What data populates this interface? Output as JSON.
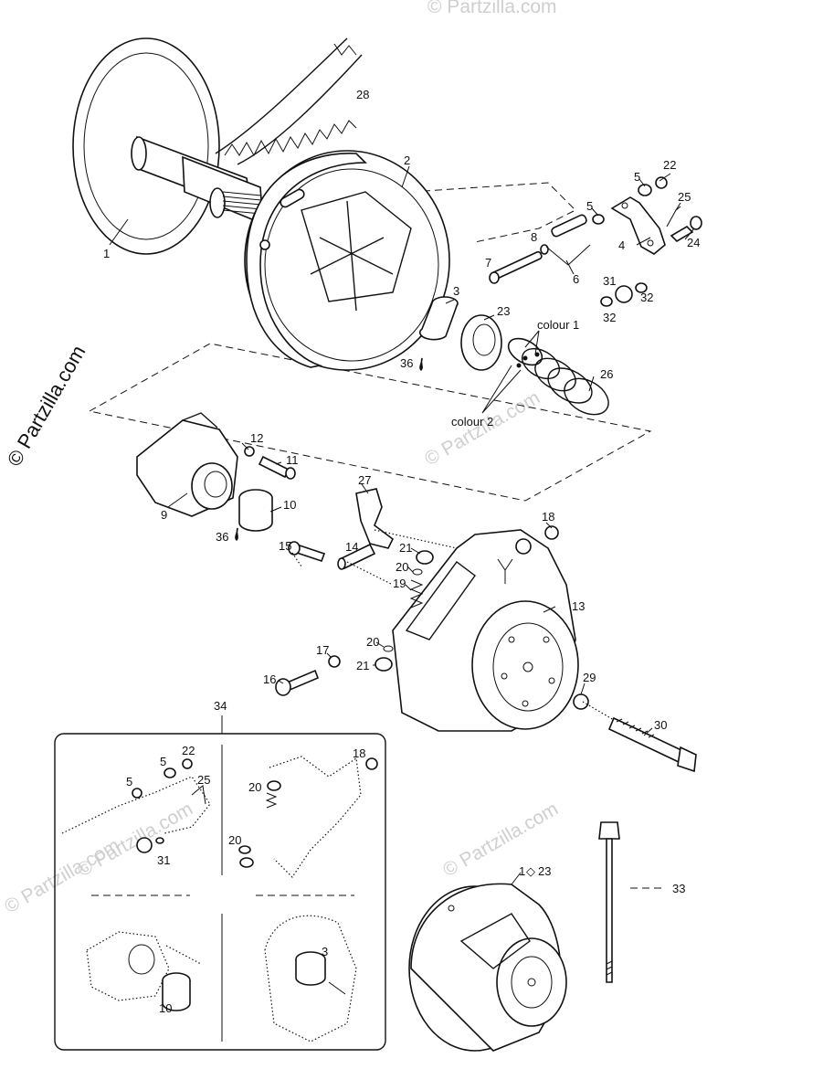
{
  "watermark": {
    "copyright": "© Partzilla.com",
    "faint": "© Partzilla.com"
  },
  "callouts": {
    "c1": "1",
    "c2": "2",
    "c3": "3",
    "c4": "4",
    "c5a": "5",
    "c5b": "5",
    "c6": "6",
    "c7": "7",
    "c8": "8",
    "c9": "9",
    "c10": "10",
    "c11": "11",
    "c12": "12",
    "c13": "13",
    "c14": "14",
    "c15": "15",
    "c16": "16",
    "c17": "17",
    "c18": "18",
    "c19": "19",
    "c20a": "20",
    "c20b": "20",
    "c21a": "21",
    "c21b": "21",
    "c22": "22",
    "c23": "23",
    "c24": "24",
    "c25": "25",
    "c26": "26",
    "c27": "27",
    "c28": "28",
    "c29": "29",
    "c30": "30",
    "c31": "31",
    "c32a": "32",
    "c32b": "32",
    "c33": "33",
    "c34": "34",
    "c36a": "36",
    "c36b": "36"
  },
  "colour_labels": {
    "colour1": "colour 1",
    "colour2": "colour 2"
  },
  "inset": {
    "c5a": "5",
    "c5b": "5",
    "c22": "22",
    "c25": "25",
    "c31": "31",
    "c18": "18",
    "c20a": "20",
    "c20b": "20",
    "c10": "10",
    "c3": "3"
  },
  "assembly": {
    "range_label": "1",
    "range_arrow": "◇",
    "range_end": "23"
  }
}
